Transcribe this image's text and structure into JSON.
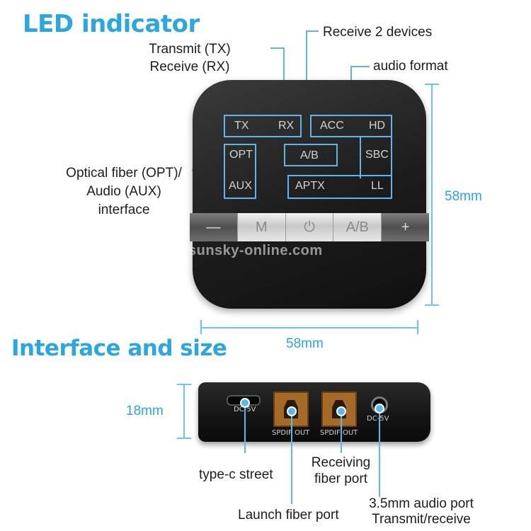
{
  "headings": {
    "led_indicator": "LED indicator",
    "interface_and_size": "Interface and size"
  },
  "callouts": {
    "transmit_tx": "Transmit (TX)",
    "receive_rx": "Receive (RX)",
    "receive_2_devices": "Receive 2 devices",
    "audio_format": "audio format",
    "optical_line1": "Optical fiber (OPT)/",
    "optical_line2": "Audio (AUX)",
    "optical_line3": "interface"
  },
  "leds": {
    "tx": "TX",
    "rx": "RX",
    "acc": "ACC",
    "hd": "HD",
    "opt": "OPT",
    "ab": "A/B",
    "sbc": "SBC",
    "aux": "AUX",
    "aptx": "APTX",
    "ll": "LL"
  },
  "buttons": {
    "minus": "—",
    "m": "M",
    "power": "⏻",
    "ab": "A/B",
    "plus": "+"
  },
  "watermark": "sunsky-online.com",
  "dimensions": {
    "height_top": "58mm",
    "width_top": "58mm",
    "thickness": "18mm"
  },
  "ports": {
    "dc5v_1": "DC-5V",
    "spdif_out_1": "SPDIF OUT",
    "spdif_out_2": "SPDIF OUT",
    "dc5v_2": "DC-5V"
  },
  "port_callouts": {
    "type_c": "type-c street",
    "receiving_line1": "Receiving",
    "receiving_line2": "fiber port",
    "launch": "Launch fiber port",
    "audio_line1": "3.5mm audio port",
    "audio_line2": "Transmit/receive"
  },
  "colors": {
    "accent": "#2aa6e2",
    "callout_line": "#5fb5e6",
    "device": "#1c1c1c"
  }
}
